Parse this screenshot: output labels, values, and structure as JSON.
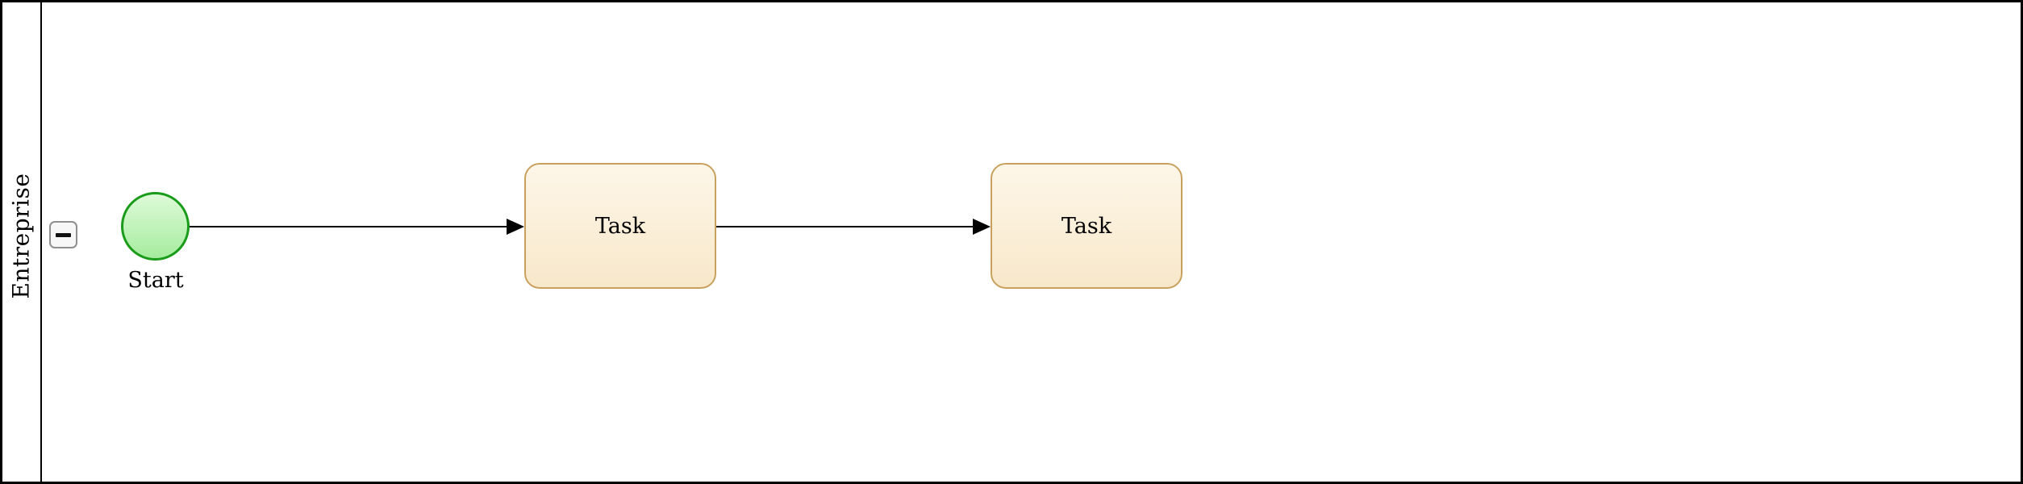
{
  "diagram": {
    "kind": "bpmn-process-diagram",
    "pool": {
      "lane_label": "Entreprise",
      "collapse_icon": "minus"
    },
    "nodes": [
      {
        "id": "start-event",
        "type": "start-event",
        "label": "Start"
      },
      {
        "id": "task-1",
        "type": "task",
        "label": "Task"
      },
      {
        "id": "task-2",
        "type": "task",
        "label": "Task"
      }
    ],
    "edges": [
      {
        "from": "start-event",
        "to": "task-1",
        "type": "sequence-flow"
      },
      {
        "from": "task-1",
        "to": "task-2",
        "type": "sequence-flow"
      }
    ],
    "colors": {
      "canvas_background": "#ffffff",
      "pool_border": "#000000",
      "flow_line": "#000000",
      "start_event_border": "#1a9c1a",
      "start_event_fill_top": "#defad8",
      "start_event_fill_bottom": "#a5ec9e",
      "task_border": "#c9a15f",
      "task_fill_top": "#fdf6e8",
      "task_fill_bottom": "#f8e8ca",
      "collapse_button_border": "#8f8f8f",
      "collapse_button_fill": "#f7f7f7"
    }
  }
}
